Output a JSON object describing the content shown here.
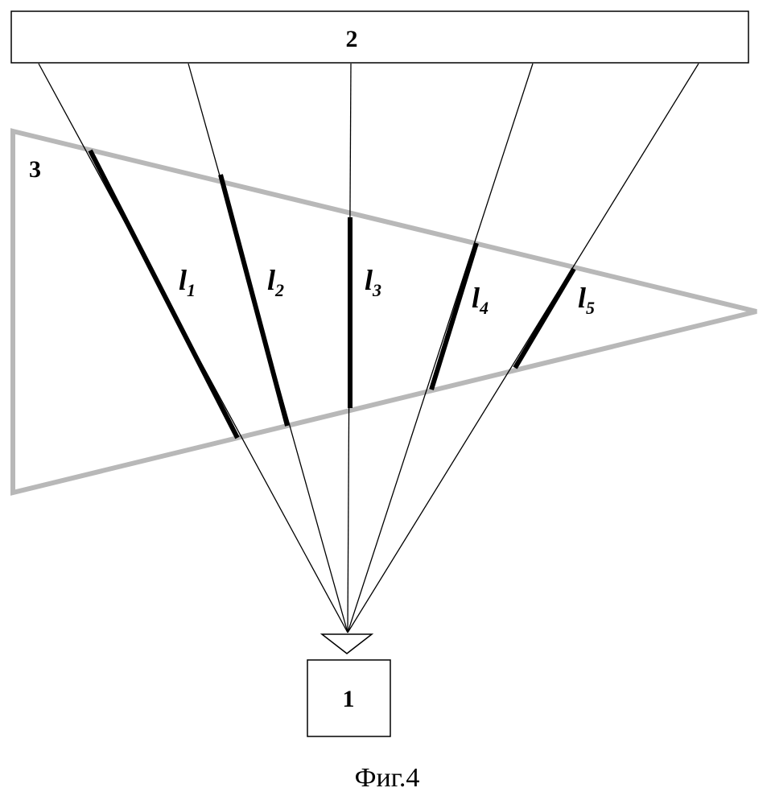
{
  "labels": {
    "receiver": "2",
    "object": "3",
    "source": "1",
    "caption": "Фиг.4"
  },
  "segments": [
    {
      "main": "l",
      "sub": "1"
    },
    {
      "main": "l",
      "sub": "2"
    },
    {
      "main": "l",
      "sub": "3"
    },
    {
      "main": "l",
      "sub": "4"
    },
    {
      "main": "l",
      "sub": "5"
    }
  ],
  "colors": {
    "line": "#000000",
    "object_outline": "#b8b8b8"
  }
}
